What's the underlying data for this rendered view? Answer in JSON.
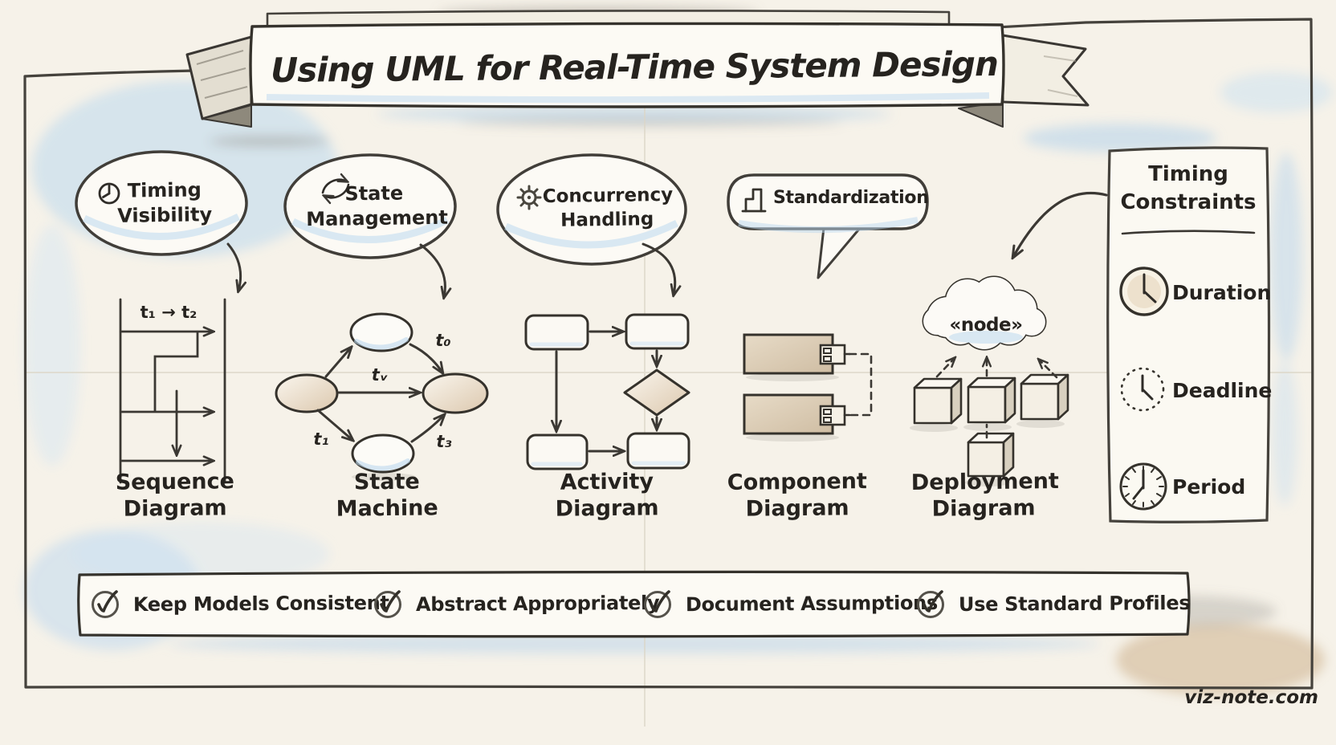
{
  "banner": {
    "title": "Using UML for Real-Time System Design"
  },
  "concepts": [
    {
      "label": "Timing Visibility",
      "icon": "clock-icon"
    },
    {
      "label": "State Management",
      "icon": "cycle-arrows-icon"
    },
    {
      "label": "Concurrency Handling",
      "icon": "gear-icon"
    },
    {
      "label": "Standardization",
      "icon": "stairs-icon"
    }
  ],
  "diagrams": {
    "sequence": {
      "label": "Sequence Diagram",
      "annotation": "t₁ → t₂"
    },
    "state_machine": {
      "label": "State Machine",
      "transitions": {
        "top": "t₀",
        "middle": "tᵥ",
        "lower_left": "t₁",
        "lower_right": "t₃"
      }
    },
    "activity": {
      "label": "Activity Diagram"
    },
    "component": {
      "label": "Component Diagram"
    },
    "deployment": {
      "label": "Deployment Diagram",
      "node_label": "«node»"
    }
  },
  "timing_panel": {
    "title": "Timing Constraints",
    "items": [
      {
        "icon": "clock-solid-icon",
        "label": "Duration"
      },
      {
        "icon": "clock-dotted-icon",
        "label": "Deadline"
      },
      {
        "icon": "clock-ticks-icon",
        "label": "Period"
      }
    ]
  },
  "best_practices": [
    {
      "label": "Keep Models Consistent"
    },
    {
      "label": "Abstract Appropriately"
    },
    {
      "label": "Document Assumptions"
    },
    {
      "label": "Use Standard Profiles"
    }
  ],
  "watermark": "viz-note.com",
  "colors": {
    "paper": "#f6f2e9",
    "ink": "#3b3833",
    "text": "#26231f",
    "wash_blue": "#bcd8ef",
    "wash_tan": "#cdb89a",
    "card": "#fcfaf4"
  }
}
